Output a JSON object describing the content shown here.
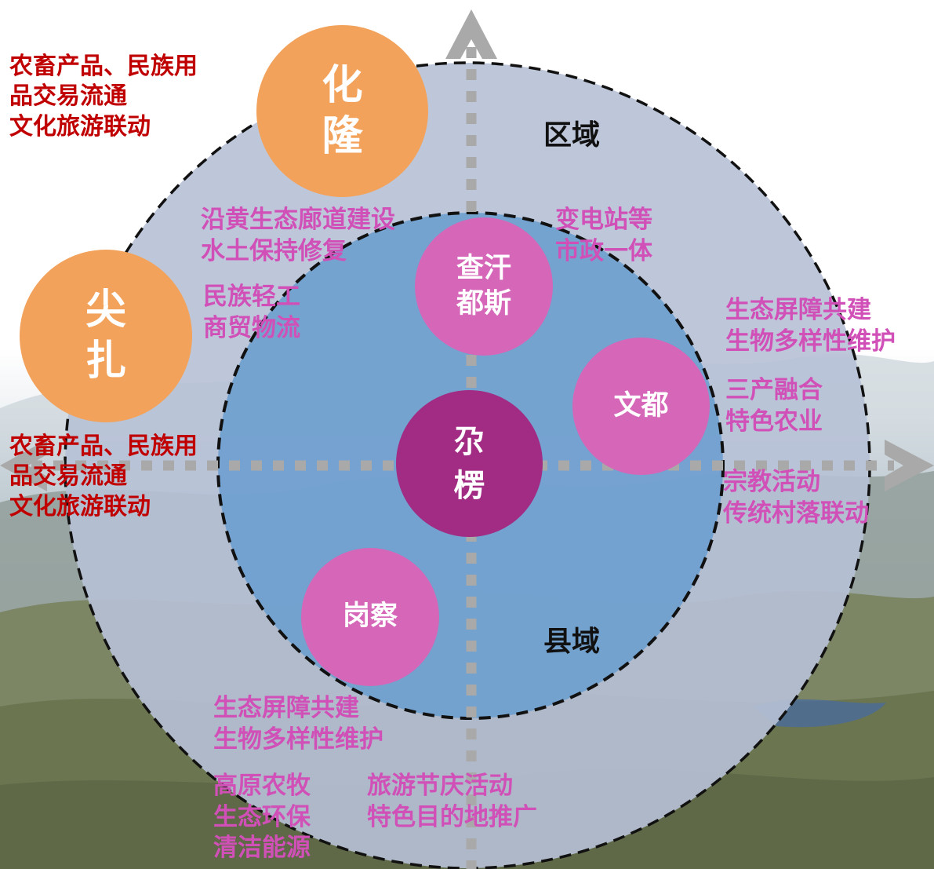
{
  "axes": {
    "vertical_label": "区域",
    "horizontal_label": "县域"
  },
  "outer_nodes": [
    {
      "id": "hualong",
      "label": "化隆",
      "color": "#f2a25b"
    },
    {
      "id": "jianzha",
      "label": "尖扎",
      "color": "#f2a25b"
    }
  ],
  "ring_nodes": [
    {
      "id": "chahandusi",
      "line1": "查汗",
      "line2": "都斯",
      "color": "#d566b8"
    },
    {
      "id": "wendu",
      "label": "文都",
      "color": "#d566b8"
    },
    {
      "id": "gangcha",
      "label": "岗察",
      "color": "#d566b8"
    }
  ],
  "center_node": {
    "label": "尕楞",
    "color": "#a22b83"
  },
  "red_notes": {
    "top_left": [
      "农畜产品、民族用",
      "品交易流通",
      "文化旅游联动"
    ],
    "mid_left": [
      "农畜产品、民族用",
      "品交易流通",
      "文化旅游联动"
    ]
  },
  "pink_notes": {
    "upper_left_a": [
      "沿黄生态廊道建设",
      "水土保持修复"
    ],
    "upper_left_b": [
      "民族轻工",
      "商贸物流"
    ],
    "upper_right": [
      "变电站等",
      "市政一体"
    ],
    "right_a": [
      "生态屏障共建",
      "生物多样性维护"
    ],
    "right_b": [
      "三产融合",
      "特色农业"
    ],
    "right_c": [
      "宗教活动",
      "传统村落联动"
    ],
    "bottom_a": [
      "生态屏障共建",
      "生物多样性维护"
    ],
    "bottom_b": [
      "高原农牧",
      "生态环保",
      "清洁能源"
    ],
    "bottom_c": [
      "旅游节庆活动",
      "特色目的地推广"
    ]
  },
  "colors": {
    "outer_ring": "#b7c1d6",
    "inner_circle": "#6f9fcf",
    "axis": "#a9a9a9",
    "note_red": "#c00000",
    "note_pink": "#d050b8"
  }
}
